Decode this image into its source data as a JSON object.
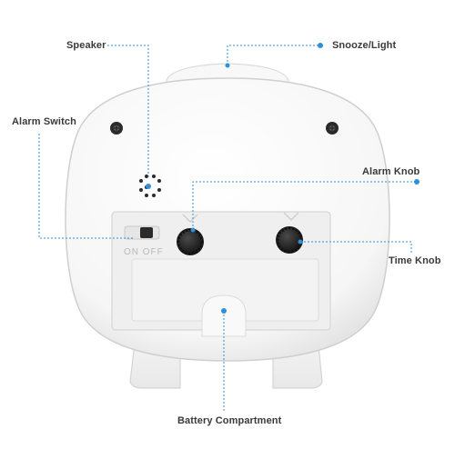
{
  "labels": {
    "speaker": "Speaker",
    "snooze_light": "Snooze/Light",
    "alarm_switch": "Alarm Switch",
    "alarm_knob": "Alarm Knob",
    "time_knob": "Time Knob",
    "battery_compartment": "Battery Compartment"
  },
  "switch_positions": {
    "on": "ON",
    "off": "OFF"
  },
  "colors": {
    "callout": "#2f8fd8",
    "device_body": "#ffffff",
    "panel": "#efefef",
    "knob": "#1e1e1e"
  },
  "icons": [
    "screw-icon",
    "speaker-grille-icon",
    "knob-icon",
    "arrow-mark-icon"
  ]
}
